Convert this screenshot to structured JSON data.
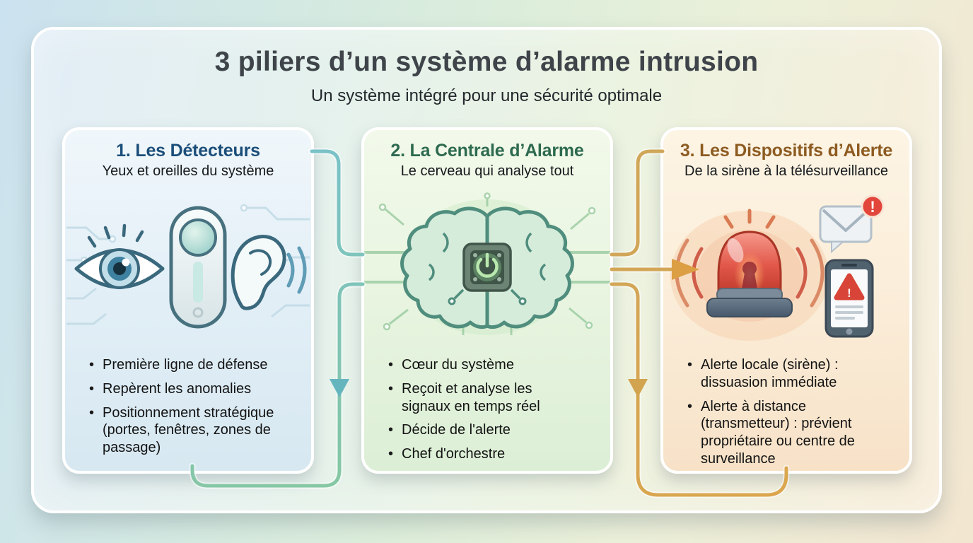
{
  "header": {
    "title": "3 piliers d’un système d’alarme intrusion",
    "subtitle": "Un système intégré pour une sécurité optimale"
  },
  "cards": [
    {
      "title": "1. Les Détecteurs",
      "tagline": "Yeux et oreilles du système",
      "accent_color": "#1b4e79",
      "icon": "eye-sensor-ear-illustration",
      "bullets": [
        "Première ligne de défense",
        "Repèrent les anomalies",
        "Positionnement stratégique (portes, fenêtres, zones de passage)"
      ]
    },
    {
      "title": "2. La Centrale d’Alarme",
      "tagline": "Le cerveau qui analyse tout",
      "accent_color": "#2d6a4f",
      "icon": "brain-chip-illustration",
      "bullets": [
        "Cœur du système",
        "Reçoit et analyse les signaux en temps réel",
        "Décide de l'alerte",
        "Chef d'orchestre"
      ]
    },
    {
      "title": "3. Les Dispositifs d’Alerte",
      "tagline": "De la sirène à la télésurveillance",
      "accent_color": "#8d5b21",
      "icon": "siren-envelope-phone-illustration",
      "bullets": [
        "Alerte locale (sirène) : dissuasion immédiate",
        "Alerte à distance (transmetteur) : prévient propriétaire ou centre de surveillance"
      ]
    }
  ],
  "icons": {
    "exclamation": "!"
  },
  "colors": {
    "connector_left": "#79c2c8",
    "connector_right": "#d4a85c",
    "title_text": "#3e4449",
    "body_text": "#131313",
    "card1_bg": "#e3eff7",
    "card2_bg": "#e9f5e1",
    "card3_bg": "#fbeeda"
  }
}
